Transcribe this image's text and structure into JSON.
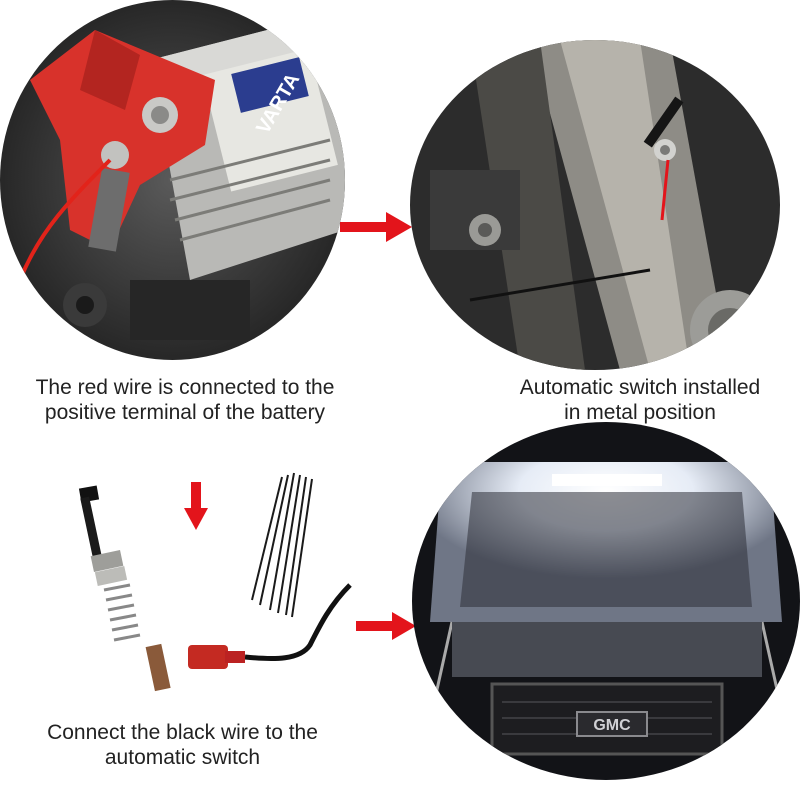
{
  "captions": {
    "battery": "The red wire is connected to the positive terminal of the battery",
    "battery_line1": "The red wire is connected to the",
    "battery_line2": "positive terminal of the battery",
    "switch_line1": "Automatic switch installed",
    "switch_line2": "in metal position",
    "connect_line1": "Connect the black wire to the",
    "connect_line2": "automatic switch"
  },
  "photo_text": {
    "battery_brand": "VARTA",
    "truck_badge": "GMC"
  },
  "colors": {
    "arrow": "#e3141b",
    "battery_cover": "#d8322b",
    "engine_dark": "#2a2a2a",
    "hood_light": "#f4f8ff"
  },
  "icons": {
    "flow_arrow": "right-arrow-icon",
    "down_arrow": "down-arrow-icon"
  }
}
